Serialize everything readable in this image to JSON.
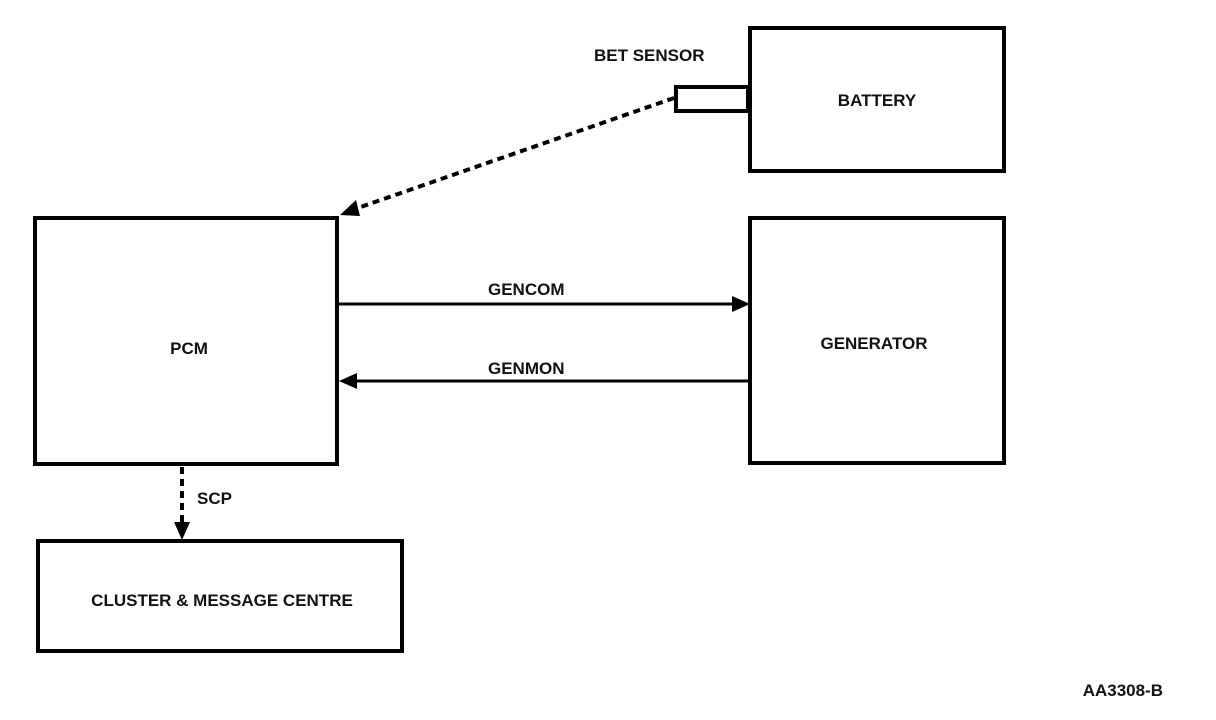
{
  "colors": {
    "background": "#ffffff",
    "stroke": "#000000",
    "text": "#111111"
  },
  "nodes": {
    "pcm": "PCM",
    "battery": "BATTERY",
    "generator": "GENERATOR",
    "cluster": "CLUSTER & MESSAGE CENTRE",
    "bet_sensor": "BET SENSOR"
  },
  "connections": {
    "gencom": "GENCOM",
    "genmon": "GENMON",
    "scp": "SCP"
  },
  "figure_id": "AA3308-B"
}
